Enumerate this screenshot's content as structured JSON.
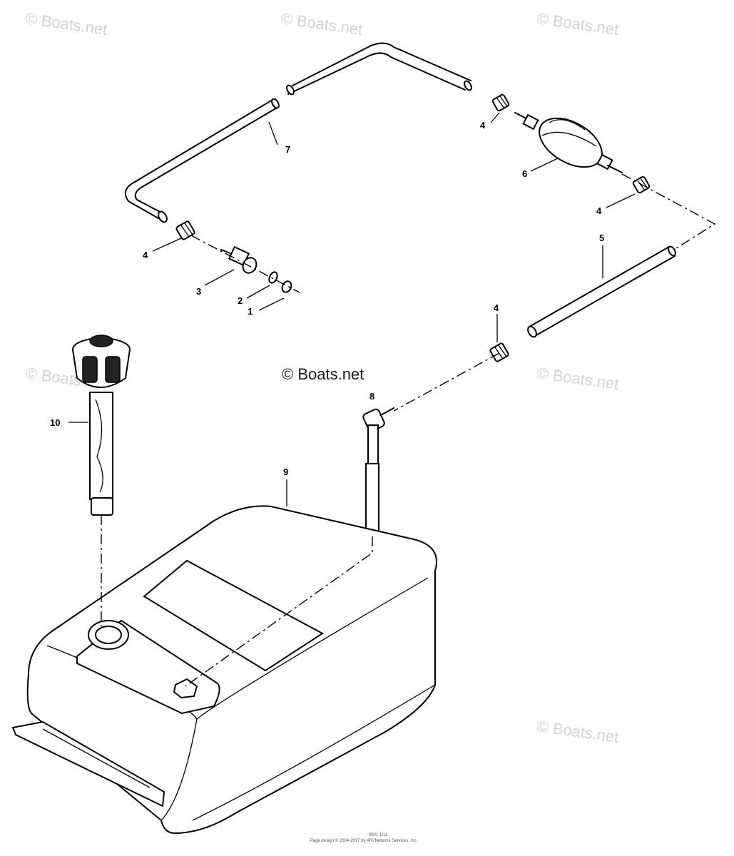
{
  "watermark": {
    "text": "© Boats.net"
  },
  "callouts": {
    "p1": "1",
    "p2": "2",
    "p3": "3",
    "p4a": "4",
    "p4b": "4",
    "p4c": "4",
    "p4d": "4",
    "p5": "5",
    "p6": "6",
    "p7": "7",
    "p8": "8",
    "p9": "9",
    "p10": "10"
  },
  "footer": {
    "line1": "0001 1/11",
    "line2": "Page design © 2004-2017 by ARI Network Services, Inc."
  }
}
